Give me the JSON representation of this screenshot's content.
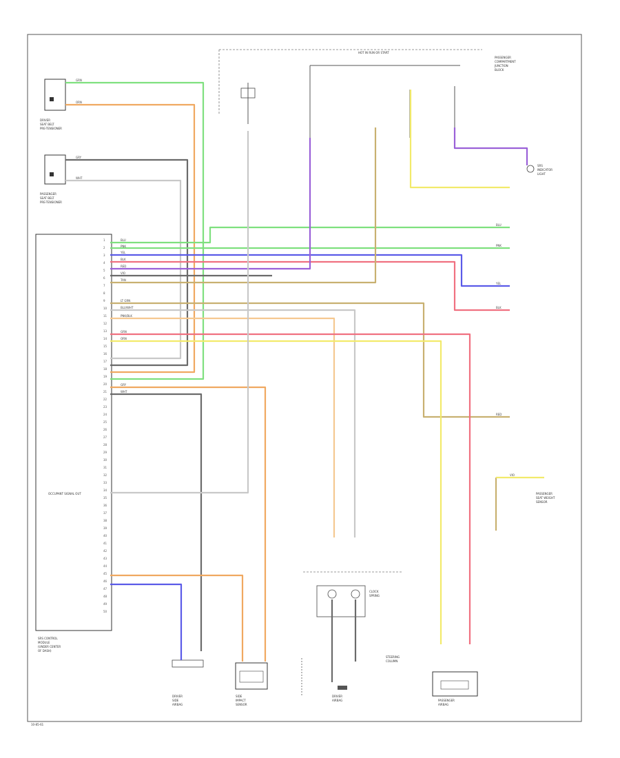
{
  "colors": {
    "green": "#7ee07e",
    "orange": "#f0a860",
    "grey": "#6a6a6a",
    "lightgrey": "#c8c8c8",
    "blue": "#5a5ae8",
    "violet": "#9a60d8",
    "pink": "#f07080",
    "tan": "#c8b070",
    "yellow": "#f2ea6a",
    "peach": "#f5c890",
    "dark": "#333333"
  },
  "labels": {
    "module": [
      "SRS CONTROL",
      "MODULE",
      "(UNDER CENTER",
      "OF DASH)"
    ],
    "driver_sensor": [
      "DRIVER",
      "SEAT BELT",
      "PRE-TENSIONER"
    ],
    "pass_sensor": [
      "PASSENGER",
      "SEAT BELT",
      "PRE-TENSIONER"
    ],
    "occupant_label": "OCCUPANT SIGNAL OUT",
    "bottom_left_tag": "10-85-61",
    "fuse_top": "HOT IN RUN OR START",
    "fuse_right": [
      "PASSENGER",
      "COMPARTMENT",
      "JUNCTION",
      "BLOCK"
    ],
    "mil": [
      "SRS",
      "INDICATOR",
      "LIGHT"
    ],
    "driver_airbag": [
      "DRIVER",
      "AIRBAG"
    ],
    "pass_airbag": [
      "PASSENGER",
      "AIRBAG"
    ],
    "clock_spring": [
      "CLOCK",
      "SPRING"
    ],
    "steering": [
      "STEERING",
      "COLUMN"
    ],
    "pass_detect": [
      "PASSENGER",
      "SEAT WEIGHT",
      "SENSOR"
    ],
    "side_sensor": [
      "SIDE",
      "IMPACT",
      "SENSOR"
    ],
    "driver_side_airbag": [
      "DRIVER",
      "SIDE",
      "AIRBAG"
    ]
  },
  "module_pins": [
    "1",
    "2",
    "3",
    "4",
    "5",
    "6",
    "7",
    "8",
    "9",
    "10",
    "11",
    "12",
    "13",
    "14",
    "15",
    "16",
    "17",
    "18",
    "19",
    "20",
    "21",
    "22",
    "23",
    "24",
    "25",
    "26",
    "27",
    "28",
    "29",
    "30",
    "31",
    "32",
    "33",
    "34",
    "35",
    "36",
    "37",
    "38",
    "39",
    "40",
    "41",
    "42",
    "43",
    "44",
    "45",
    "46",
    "47",
    "48",
    "49",
    "50"
  ],
  "wire_labels": [
    "GRN",
    "ORN",
    "GRY",
    "WHT",
    "BLU",
    "PNK",
    "YEL",
    "BLK",
    "RED",
    "VIO",
    "TAN",
    "LT GRN",
    "BLU/WHT",
    "PNK/BLK"
  ]
}
